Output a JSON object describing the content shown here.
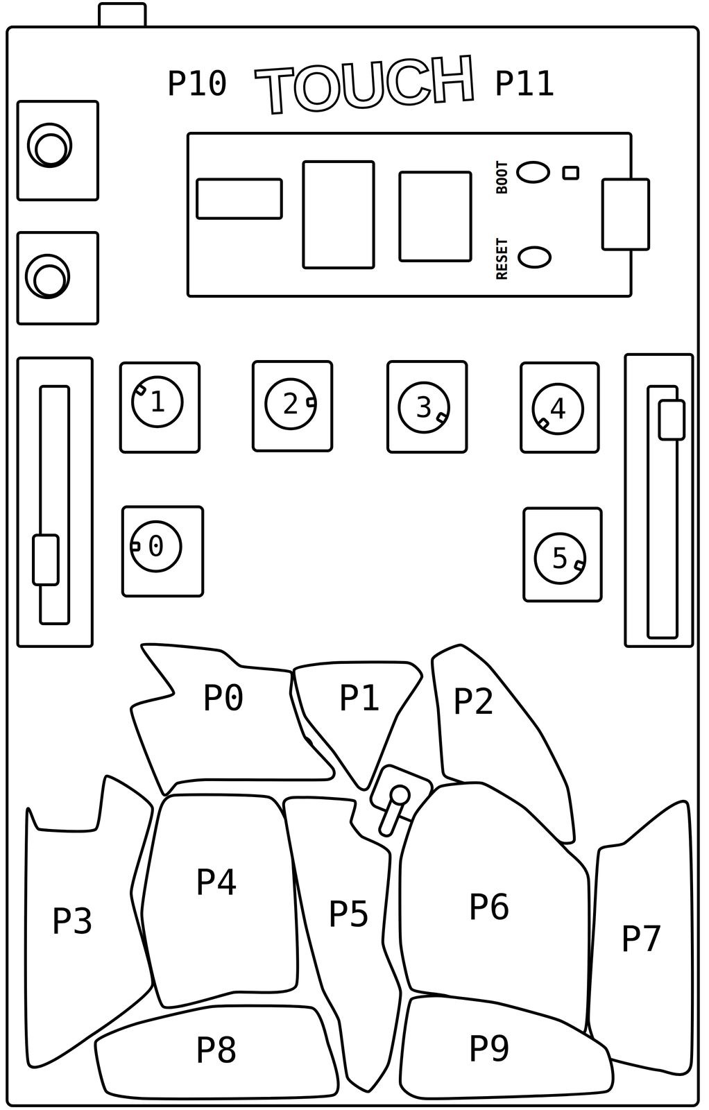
{
  "diagram": {
    "nodes": [
      {
        "text": [
          "1"
        ]
      },
      {
        "text": [
          "2"
        ]
      },
      {
        "text": [
          "3"
        ]
      },
      {
        "text": [
          "4"
        ]
      },
      {
        "text": [
          "0"
        ]
      },
      {
        "text": [
          "5"
        ]
      },
      {
        "text": [
          "P0"
        ]
      },
      {
        "text": [
          "P1"
        ]
      },
      {
        "text": [
          "P2"
        ]
      },
      {
        "text": [
          "P3"
        ]
      },
      {
        "text": [
          "P4"
        ]
      },
      {
        "text": [
          "P5"
        ]
      },
      {
        "text": [
          "P6"
        ]
      },
      {
        "text": [
          "P7"
        ]
      },
      {
        "text": [
          "P8"
        ]
      },
      {
        "text": [
          "P9"
        ]
      }
    ],
    "labels": [
      "P10",
      "TOUCH",
      "P11",
      "BOOT",
      "RESET"
    ]
  }
}
